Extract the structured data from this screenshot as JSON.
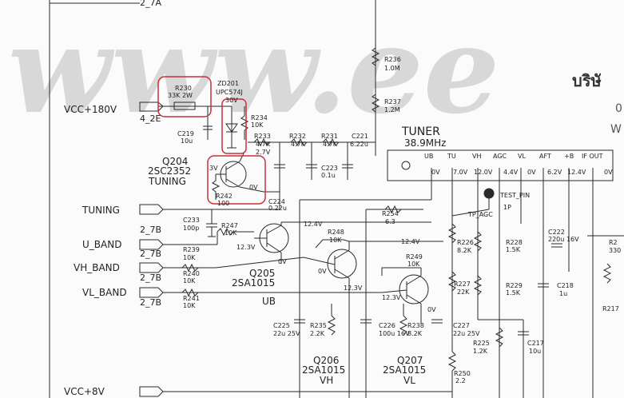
{
  "watermark": {
    "main": "www.ee",
    "thai": "บริษั",
    "frag1": "0",
    "frag2": "W"
  },
  "top_label": "2_7A",
  "power": {
    "vcc180": "VCC+180V",
    "net180": "4_2E",
    "vcc8": "VCC+8V"
  },
  "inputs": [
    {
      "name": "TUNING",
      "net": "2_7B"
    },
    {
      "name": "U_BAND",
      "net": "2_7B"
    },
    {
      "name": "VH_BAND",
      "net": "2_7B"
    },
    {
      "name": "VL_BAND",
      "net": "2_7B"
    }
  ],
  "tuner": {
    "title": "TUNER",
    "freq": "38.9MHz",
    "pins": [
      "UB",
      "TU",
      "VH",
      "AGC",
      "VL",
      "AFT",
      "+B",
      "IF OUT"
    ],
    "volts": [
      "0V",
      "7.0V",
      "12.0V",
      "4.4V",
      "0V",
      "6.2V",
      "12.4V",
      "0V"
    ]
  },
  "labels": {
    "r230": "R230",
    "r230v": "33K 2W",
    "zd201": "ZD201",
    "zd201v": "UPC574J",
    "r234": "R234",
    "r234v": "10K",
    "v30": "30V",
    "r236": "R236",
    "r236v": "1.0M",
    "r237": "R237",
    "r237v": "1.2M",
    "c219": "C219",
    "c219v": "10u",
    "r233": "R233",
    "r233v": "4.7K",
    "r232": "R232",
    "r232v": "4.7K",
    "r231": "R231",
    "r231v": "4.7K",
    "c221": "C221",
    "c221v": "6.22u",
    "c223": "C223",
    "c223v": "0.1u",
    "v27": "2.7V",
    "q204": "Q204",
    "q204t": "2SC2352",
    "q204f": "TUNING",
    "v3": "3V",
    "v0a": "0V",
    "r242": "R242",
    "r242v": "100",
    "c224": "C224",
    "c224v": "0.22u",
    "testpin": "TEST_PIN",
    "tp": "TP_AGC",
    "tpv": "1P",
    "r254": "R254",
    "r254v": "6.3",
    "c233": "C233",
    "c233v": "100p",
    "r247": "R247",
    "r247v": "10K",
    "v124a": "12.4V",
    "v124b": "12.4V",
    "v123a": "12.3V",
    "r248": "R248",
    "r248v": "10K",
    "v0b": "0V",
    "r239": "R239",
    "r239v": "10K",
    "r240": "R240",
    "r240v": "10K",
    "r241": "R241",
    "r241v": "10K",
    "q205": "Q205",
    "q205t": "2SA1015",
    "q205f": "UB",
    "v0c": "0V",
    "v123b": "12.3V",
    "r249": "R249",
    "r249v": "10K",
    "v123c": "12.3V",
    "v0d": "0V",
    "r226": "R226",
    "r226v": "8.2K",
    "r227": "R227",
    "r227v": "22K",
    "r228": "R228",
    "r228v": "1.5K",
    "r229": "R229",
    "r229v": "1.5K",
    "c222": "C222",
    "c222v": "220u 16V",
    "c218": "C218",
    "c218v": "1u",
    "r217": "R217",
    "c225": "C225",
    "c225v": "22u 25V",
    "r235": "R235",
    "r235v": "2.2K",
    "c226": "C226",
    "c226v": "100u 16V",
    "r238": "R238",
    "r238v": "8.2K",
    "c227": "C227",
    "c227v": "22u 25V",
    "r225": "R225",
    "r225v": "1.2K",
    "c217": "C217",
    "c217v": "10u",
    "r250": "R250",
    "r250v": "2.2",
    "q206": "Q206",
    "q206t": "2SA1015",
    "q206f": "VH",
    "q207": "Q207",
    "q207t": "2SA1015",
    "q207f": "VL",
    "r2x": "R2",
    "r2xv": "330"
  }
}
